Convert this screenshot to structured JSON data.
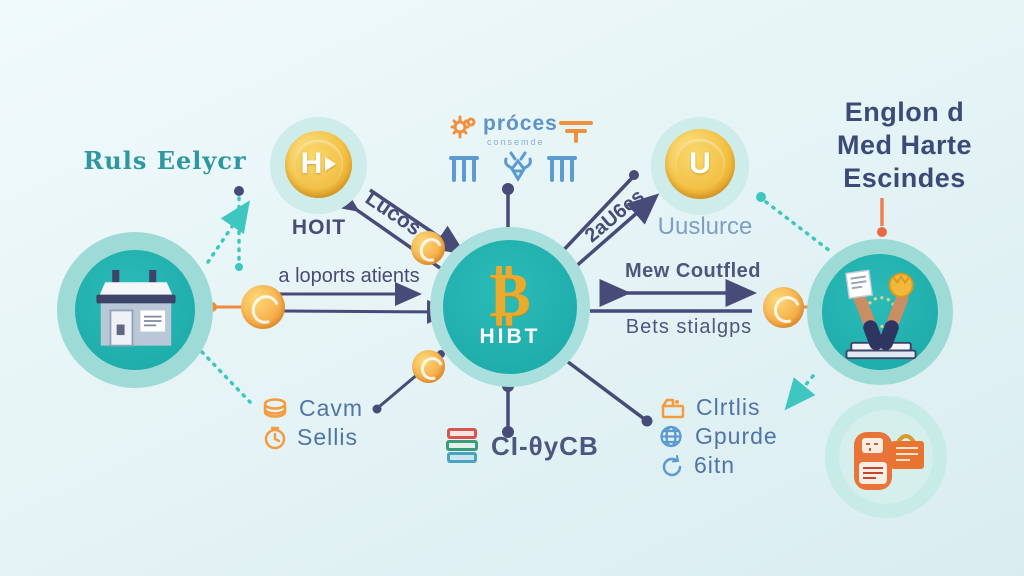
{
  "colors": {
    "background": "#e6f4f6",
    "teal": "#1fb2af",
    "teal_light": "#9fdbd6",
    "teal_dash": "#3ec6c0",
    "navy": "#474b78",
    "gold": "#f2b83c",
    "orange": "#f49b40",
    "blue_icon": "#5b9bd0",
    "blue_text": "#4f74a6"
  },
  "nodes": {
    "left_label": "Ruls Eelycr",
    "hoit": {
      "coin_glyph": "H",
      "label": "HOIT"
    },
    "center": {
      "symbol": "₿",
      "label": "HIBT"
    },
    "usulurce": {
      "coin_glyph": "U",
      "label": "Uuslurce"
    }
  },
  "annotations": {
    "lucos": "Lucos",
    "imports": "a loports atients",
    "rates": "2aU6es",
    "mew": "Mew Coutfled",
    "bets": "Bets stialgps"
  },
  "proces": {
    "title": "próces",
    "subtitle": "consemde",
    "icons": [
      "gear-icon",
      "lines-icon",
      "bank-icon",
      "bee-icon",
      "bank-icon"
    ]
  },
  "right_heading": {
    "lines": [
      "Englon d",
      "Med Harte",
      "Escindes"
    ]
  },
  "bottom_left_list": {
    "items": [
      {
        "icon": "coins-icon",
        "label": "Cavm"
      },
      {
        "icon": "clock-icon",
        "label": "Sellis"
      }
    ]
  },
  "bottom_center": {
    "icon": "books-icon",
    "label": "CI-θyCB"
  },
  "bottom_right_list": {
    "items": [
      {
        "icon": "package-icon",
        "label": "Clrtlis"
      },
      {
        "icon": "globe-icon",
        "label": "Gpurde"
      },
      {
        "icon": "refresh-icon",
        "label": "6itn"
      }
    ]
  }
}
